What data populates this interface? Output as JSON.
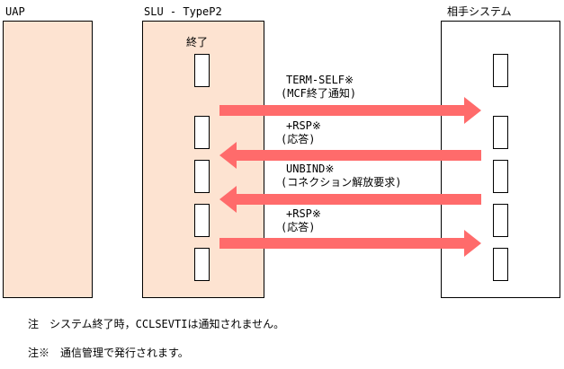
{
  "columns": {
    "uap": {
      "label": "UAP",
      "fill": "#fde3d1"
    },
    "slu": {
      "label": "SLU - TypeP2",
      "sublabel": "終了",
      "fill": "#fde3d1"
    },
    "partner": {
      "label": "相手システム",
      "fill": "#ffffff"
    }
  },
  "arrow_color": "#ff6b6b",
  "messages": [
    {
      "line1": "TERM-SELF※",
      "line2": "(MCF終了通知)",
      "direction": "right"
    },
    {
      "line1": "+RSP※",
      "line2": "(応答)",
      "direction": "left"
    },
    {
      "line1": "UNBIND※",
      "line2": "(コネクション解放要求)",
      "direction": "left"
    },
    {
      "line1": "+RSP※",
      "line2": "(応答)",
      "direction": "right"
    }
  ],
  "notes": {
    "note1": "注　システム終了時，CCLSEVTIは通知されません。",
    "note2": "注※　通信管理で発行されます。"
  }
}
